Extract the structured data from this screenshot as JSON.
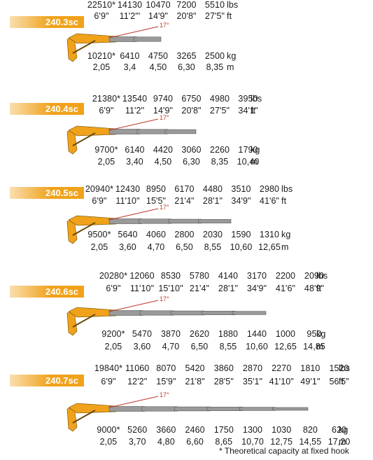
{
  "colors": {
    "badge": "#f0a21b",
    "crane": "#f0a21b",
    "boom": "#9a9a9a",
    "angle_line": "#c0392b"
  },
  "angle_label": "17°",
  "footnote": "* Theoretical capacity at fixed hook",
  "models": [
    {
      "name": "240.3sc",
      "lbs": [
        "22510*",
        "14130",
        "10470",
        "7200",
        "5510"
      ],
      "ft": [
        "6'9\"",
        "11'2\"'",
        "14'9\"",
        "20'8\"",
        "27'5\""
      ],
      "kg": [
        "10210*",
        "6410",
        "4750",
        "3265",
        "2500"
      ],
      "m": [
        "2,05",
        "3,4",
        "4,50",
        "6,30",
        "8,35"
      ],
      "units": {
        "lbs": "lbs",
        "ft": "ft",
        "kg": "kg",
        "m": "m"
      }
    },
    {
      "name": "240.4sc",
      "lbs": [
        "21380*",
        "13540",
        "9740",
        "6750",
        "4980",
        "3950"
      ],
      "ft": [
        "6'9\"",
        "11'2\"",
        "14'9\"",
        "20'8\"",
        "27'5\"",
        "34'1\""
      ],
      "kg": [
        "9700*",
        "6140",
        "4420",
        "3060",
        "2260",
        "1790"
      ],
      "m": [
        "2,05",
        "3,40",
        "4,50",
        "6,30",
        "8,35",
        "10,40"
      ],
      "units": {
        "lbs": "lbs",
        "ft": "ft",
        "kg": "kg",
        "m": "m"
      }
    },
    {
      "name": "240.5sc",
      "lbs": [
        "20940*",
        "12430",
        "8950",
        "6170",
        "4480",
        "3510",
        "2980"
      ],
      "ft": [
        "6'9\"",
        "11'10\"",
        "15'5\"",
        "21'4\"",
        "28'1\"",
        "34'9\"",
        "41'6\""
      ],
      "kg": [
        "9500*",
        "5640",
        "4060",
        "2800",
        "2030",
        "1590",
        "1310"
      ],
      "m": [
        "2,05",
        "3,60",
        "4,70",
        "6,50",
        "8,55",
        "10,60",
        "12,65"
      ],
      "units": {
        "lbs": "lbs",
        "ft": "ft",
        "kg": "kg",
        "m": "m"
      }
    },
    {
      "name": "240.6sc",
      "lbs": [
        "20280*",
        "12060",
        "8530",
        "5780",
        "4140",
        "3170",
        "2200",
        "2090"
      ],
      "ft": [
        "6'9\"",
        "11'10\"",
        "15'10\"",
        "21'4\"",
        "28'1\"",
        "34'9\"",
        "41'6\"",
        "48'9\""
      ],
      "kg": [
        "9200*",
        "5470",
        "3870",
        "2620",
        "1880",
        "1440",
        "1000",
        "950"
      ],
      "m": [
        "2,05",
        "3,60",
        "4,70",
        "6,50",
        "8,55",
        "10,60",
        "12,65",
        "14,85"
      ],
      "units": {
        "lbs": "lbs",
        "ft": "ft",
        "kg": "kg",
        "m": "m"
      }
    },
    {
      "name": "240.7sc",
      "lbs": [
        "19840*",
        "11060",
        "8070",
        "5420",
        "3860",
        "2870",
        "2270",
        "1810",
        "1520"
      ],
      "ft": [
        "6'9\"",
        "12'2\"",
        "15'9\"",
        "21'8\"",
        "28'5\"",
        "35'1\"",
        "41'10\"",
        "49'1\"",
        "56'5\""
      ],
      "kg": [
        "9000*",
        "5260",
        "3660",
        "2460",
        "1750",
        "1300",
        "1030",
        "820",
        "620"
      ],
      "m": [
        "2,05",
        "3,70",
        "4,80",
        "6,60",
        "8,65",
        "10,70",
        "12,75",
        "14,55",
        "17,20"
      ],
      "units": {
        "lbs": "lbs",
        "ft": "ft",
        "kg": "kg",
        "m": "m"
      }
    }
  ]
}
